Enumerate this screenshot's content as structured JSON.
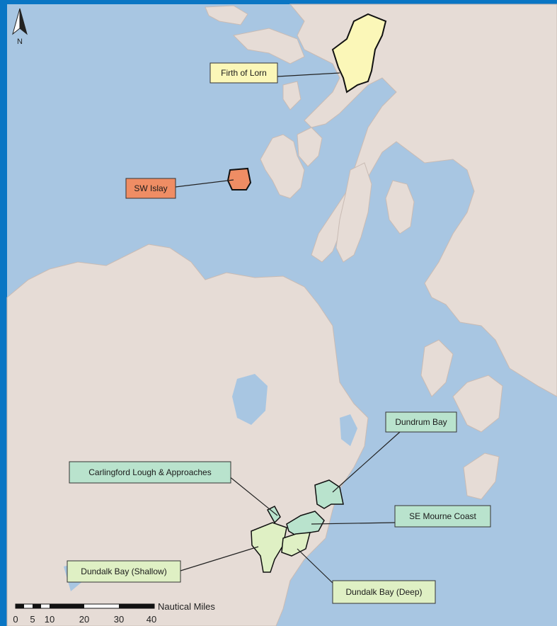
{
  "map": {
    "north_arrow": {
      "label": "N"
    },
    "colors": {
      "frame": "#0a76c4",
      "sea": "#a8c6e2",
      "land": "#e6dcd6",
      "yellow_site": "#fbf7b8",
      "orange_site": "#ef8d64",
      "green_site": "#b9e3cd",
      "pale_green_site": "#dff0c4"
    },
    "sites": [
      {
        "id": "firth-of-lorn",
        "label": "Firth of Lorn",
        "color": "yellow"
      },
      {
        "id": "sw-islay",
        "label": "SW Islay",
        "color": "orange"
      },
      {
        "id": "dundrum-bay",
        "label": "Dundrum Bay",
        "color": "green"
      },
      {
        "id": "carlingford",
        "label": "Carlingford Lough & Approaches",
        "color": "green"
      },
      {
        "id": "se-mourne",
        "label": "SE Mourne Coast",
        "color": "green"
      },
      {
        "id": "dundalk-shallow",
        "label": "Dundalk Bay (Shallow)",
        "color": "pale-green"
      },
      {
        "id": "dundalk-deep",
        "label": "Dundalk Bay (Deep)",
        "color": "pale-green"
      }
    ],
    "scale_bar": {
      "unit": "Nautical Miles",
      "ticks": [
        "0",
        "5",
        "10",
        "20",
        "30",
        "40"
      ]
    }
  }
}
